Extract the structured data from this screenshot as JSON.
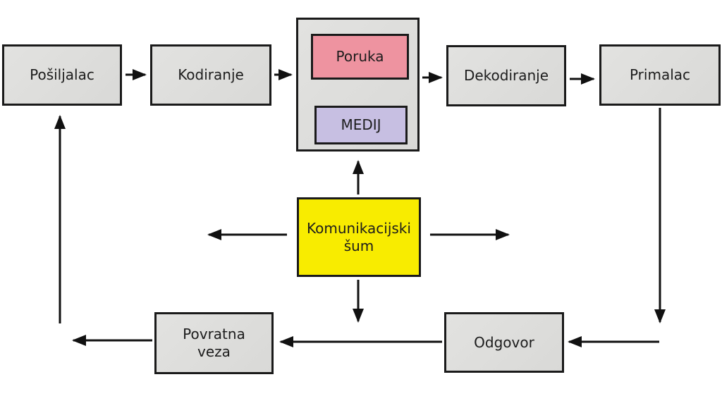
{
  "diagram": {
    "type": "flowchart",
    "language": "hr",
    "nodes": {
      "posiljalac": {
        "label": "Pošiljalac"
      },
      "kodiranje": {
        "label": "Kodiranje"
      },
      "poruka": {
        "label": "Poruka"
      },
      "medij": {
        "label": "MEDIJ"
      },
      "dekodiranje": {
        "label": "Dekodiranje"
      },
      "primalac": {
        "label": "Primalac"
      },
      "sum": {
        "label": "Komunikacijski\nšum"
      },
      "povratna": {
        "label": "Povratna\nveza"
      },
      "odgovor": {
        "label": "Odgovor"
      }
    },
    "edges": [
      "Pošiljalac → Kodiranje",
      "Kodiranje → Poruka/MEDIJ",
      "Poruka/MEDIJ → Dekodiranje",
      "Dekodiranje → Primalac",
      "Primalac → Odgovor",
      "Odgovor → Povratna veza",
      "Povratna veza → Pošiljalac",
      "Komunikacijski šum → up/left/right/down"
    ],
    "colors": {
      "background": "#ffffff",
      "box_fill": "#d9d9d7",
      "box_border": "#1a1a1a",
      "poruka_fill": "#ee93a0",
      "medij_fill": "#c7bfe2",
      "noise_fill": "#f8ec00",
      "arrow": "#111111"
    }
  }
}
